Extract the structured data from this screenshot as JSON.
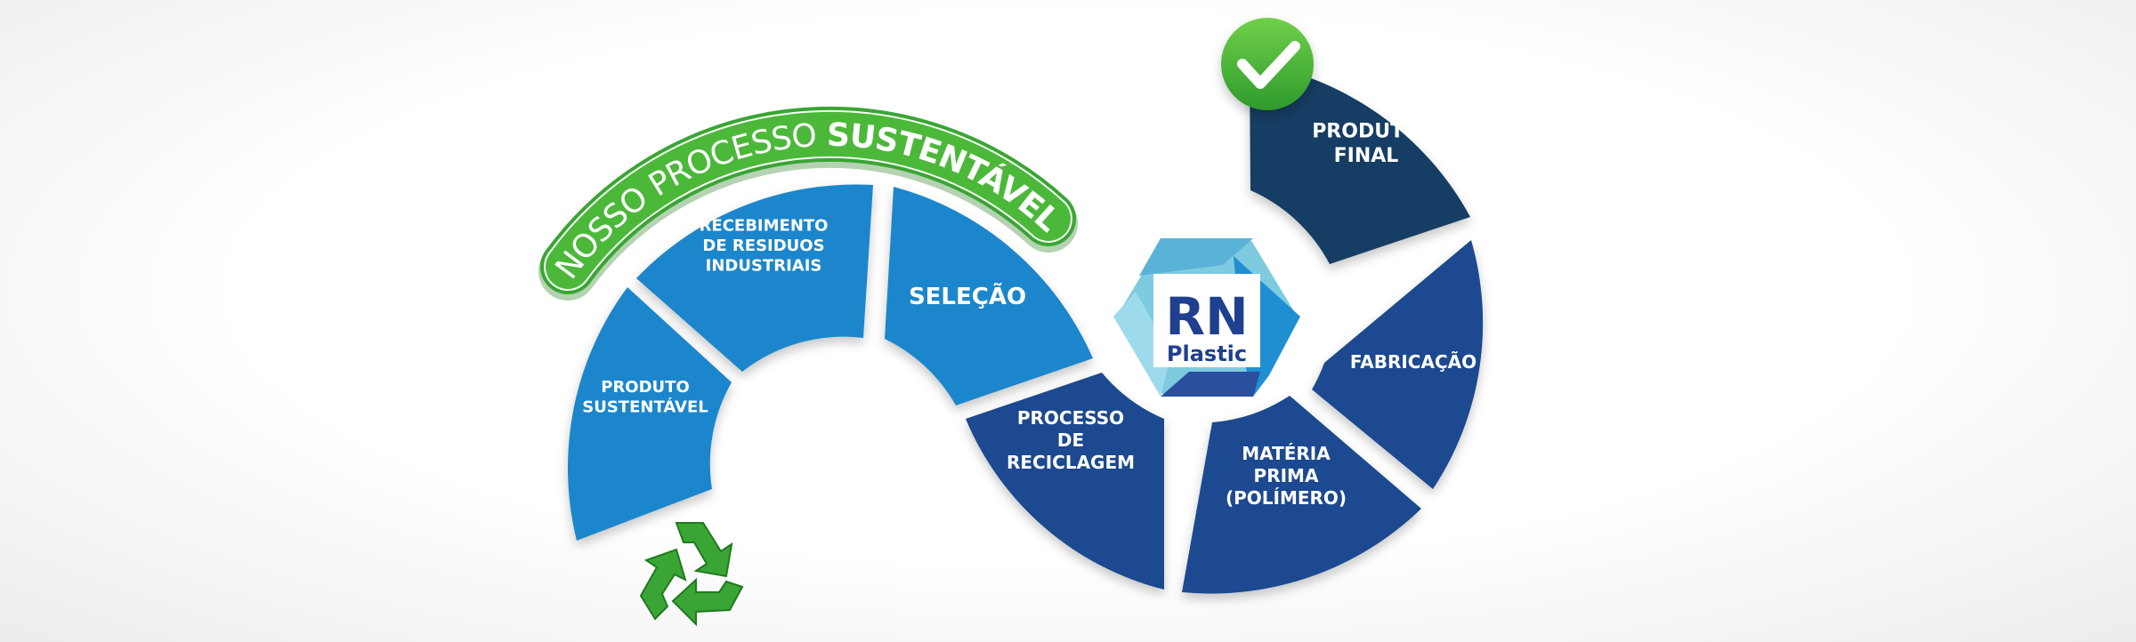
{
  "banner": {
    "prefix": "NOSSO PROCESSO ",
    "highlight": "SUSTENTÁVEL"
  },
  "logo": {
    "brand": "RN",
    "sub": "Plastic"
  },
  "segments": [
    {
      "id": "produto-sustentavel",
      "lines": [
        "PRODUTO",
        "SUSTENTÁVEL"
      ],
      "color": "#1f86cc"
    },
    {
      "id": "recebimento",
      "lines": [
        "RECEBIMENTO",
        "DE RESIDUOS",
        "INDUSTRIAIS"
      ],
      "color": "#1f86cc"
    },
    {
      "id": "selecao",
      "lines": [
        "SELEÇÃO"
      ],
      "color": "#1f86cc"
    },
    {
      "id": "processo-reciclagem",
      "lines": [
        "PROCESSO",
        "DE",
        "RECICLAGEM"
      ],
      "color": "#1f4a8f"
    },
    {
      "id": "materia-prima",
      "lines": [
        "MATÉRIA",
        "PRIMA",
        "(POLÍMERO)"
      ],
      "color": "#1f4a8f"
    },
    {
      "id": "fabricacao",
      "lines": [
        "FABRICAÇÃO"
      ],
      "color": "#1f4a8f"
    },
    {
      "id": "produto-final",
      "lines": [
        "PRODUTO",
        "FINAL"
      ],
      "color": "#173d63"
    }
  ],
  "colors": {
    "light_blue": "#1f86cc",
    "mid_blue": "#1f4a8f",
    "dark_navy": "#173d63",
    "green": "#4cb83a"
  },
  "icons": {
    "recycle": "recycle-icon",
    "check": "check-circle-icon"
  }
}
